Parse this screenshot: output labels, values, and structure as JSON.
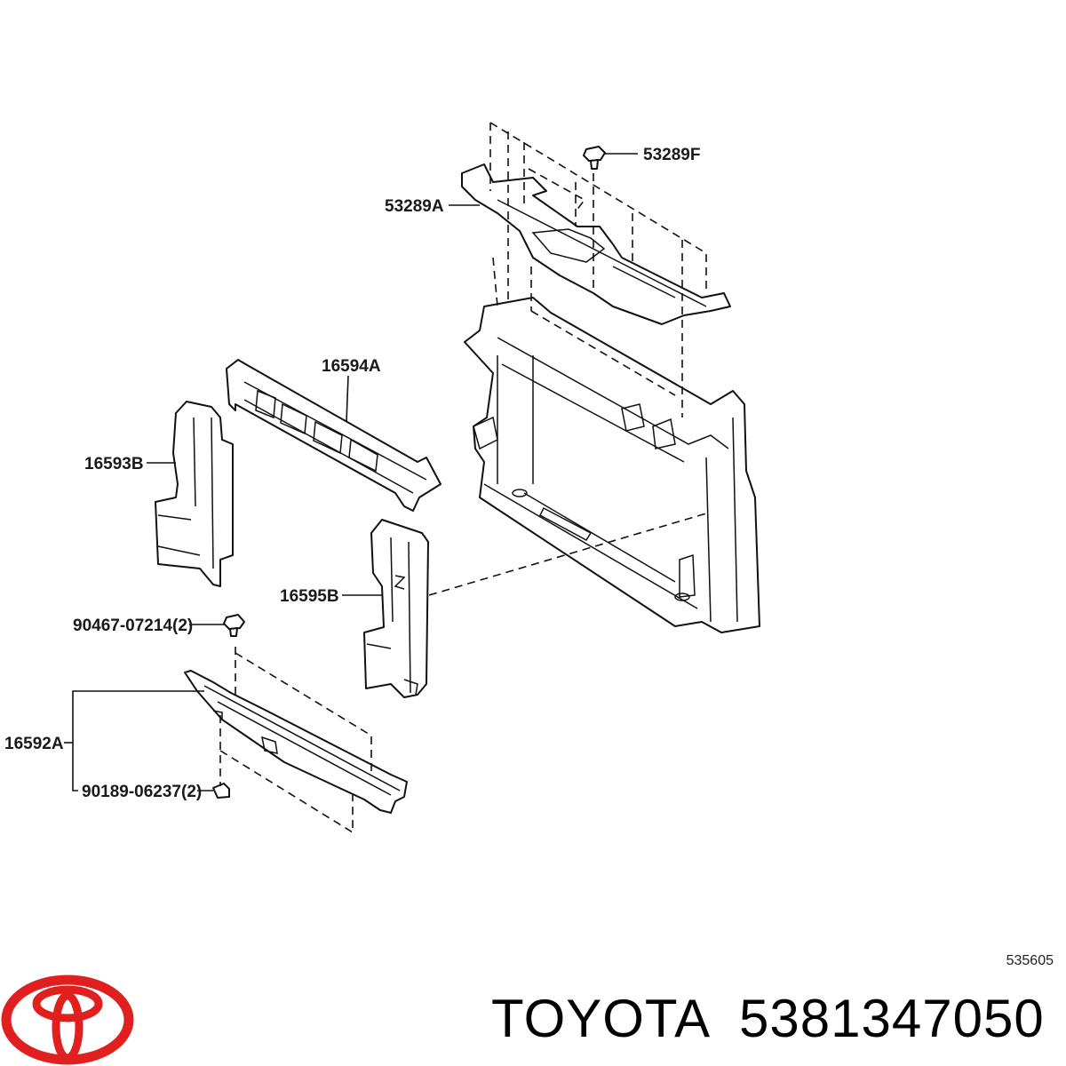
{
  "parts": {
    "p53289F": "53289F",
    "p53289A": "53289A",
    "p16594A": "16594A",
    "p16593B": "16593B",
    "p16595B": "16595B",
    "p90467": "90467-07214(2)",
    "p16592A": "16592A",
    "p90189": "90189-06237(2)"
  },
  "diagram_number": "535605",
  "brand": {
    "name": "TOYOTA",
    "part_number": "5381347050",
    "logo_icon": "toyota-logo-icon",
    "logo_color": "#e0201e"
  }
}
